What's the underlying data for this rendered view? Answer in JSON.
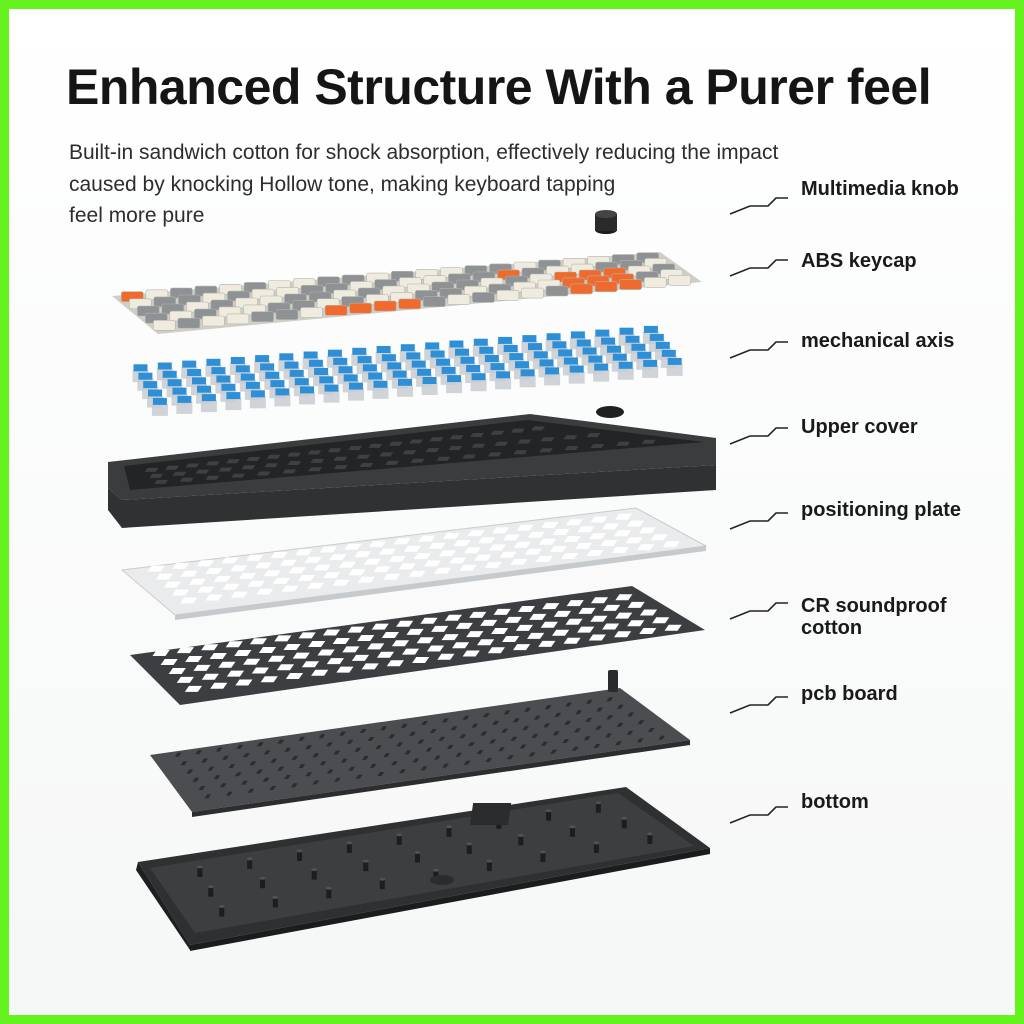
{
  "header": {
    "title": "Enhanced Structure With a Purer feel",
    "subtitle_lines": [
      "Built-in sandwich cotton for shock absorption, effectively reducing the impact",
      "caused by knocking Hollow tone, making keyboard tapping",
      "feel more pure"
    ]
  },
  "layers": [
    {
      "label": "Multimedia knob"
    },
    {
      "label": "ABS keycap"
    },
    {
      "label": "mechanical axis"
    },
    {
      "label": "Upper cover"
    },
    {
      "label": "positioning plate"
    },
    {
      "label": "CR soundproof cotton"
    },
    {
      "label": "pcb board"
    },
    {
      "label": "bottom"
    }
  ],
  "colors": {
    "frame": "#63f21e",
    "keycap_orange": "#ef6a2c",
    "keycap_cream": "#efebdf",
    "keycap_gray": "#8e9294",
    "switch_blue": "#2f8fd6",
    "upper_cover": "#3b3d3f",
    "positioning_plate": "#eceeef",
    "soundproof_cotton": "#3d3f41",
    "pcb_board": "#4a4c4e",
    "bottom_case": "#333537"
  }
}
